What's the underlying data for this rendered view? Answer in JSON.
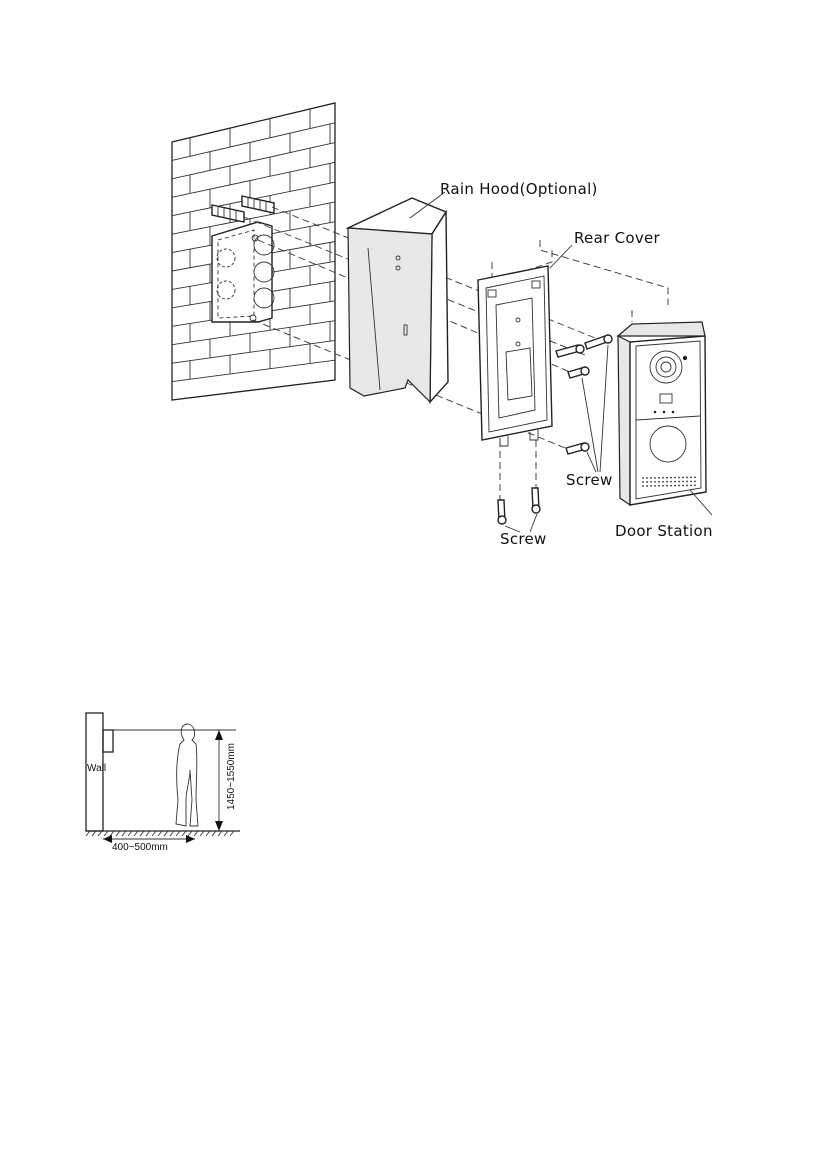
{
  "installation_diagram": {
    "labels": {
      "rain_hood": "Rain Hood(Optional)",
      "rear_cover": "Rear Cover",
      "screw_right": "Screw",
      "screw_bottom": "Screw",
      "door_station": "Door Station"
    }
  },
  "height_diagram": {
    "wall_label": "Wall",
    "height_label": "1450~1550mm",
    "distance_label": "400~500mm"
  }
}
